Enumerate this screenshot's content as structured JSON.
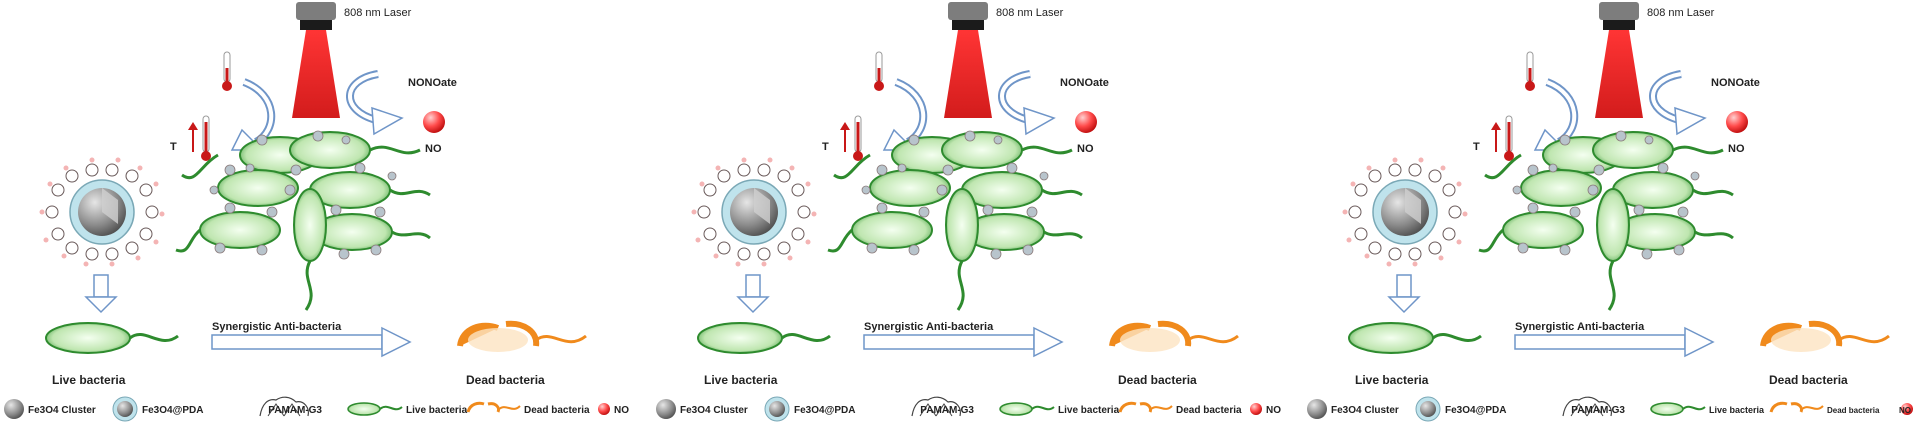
{
  "panels": [
    {
      "laser_label": "808 nm Laser",
      "nonoate_label": "NONOate",
      "t_label": "T",
      "no_label": "NO",
      "process_label": "Synergistic Anti-bacteria",
      "live_label": "Live bacteria",
      "dead_label": "Dead bacteria",
      "legend": [
        "Fe3O4 Cluster",
        "Fe3O4@PDA",
        "PAMAM-G3",
        "Live bacteria",
        "Dead bacteria",
        "NO"
      ]
    },
    {
      "laser_label": "808 nm Laser",
      "nonoate_label": "NONOate",
      "t_label": "T",
      "no_label": "NO",
      "process_label": "Synergistic Anti-bacteria",
      "live_label": "Live bacteria",
      "dead_label": "Dead bacteria",
      "legend": [
        "Fe3O4 Cluster",
        "Fe3O4@PDA",
        "PAMAM-G3",
        "Live bacteria",
        "Dead bacteria",
        "NO"
      ]
    },
    {
      "laser_label": "808 nm Laser",
      "nonoate_label": "NONOate",
      "t_label": "T",
      "no_label": "NO",
      "process_label": "Synergistic Anti-bacteria",
      "live_label": "Live bacteria",
      "dead_label": "Dead bacteria",
      "legend": [
        "Fe3O4 Cluster",
        "Fe3O4@PDA",
        "PAMAM-G3",
        "Live bacteria",
        "Dead bacteria",
        "NO"
      ]
    }
  ],
  "colors": {
    "laser_beam": "#e01818",
    "bacteria_green": "#2e8b2e",
    "bacteria_light": "#d9f2d0",
    "dead_orange": "#f08a1c",
    "arrow_blue": "#6f95c8",
    "no_red": "#e02020",
    "therm_red": "#c81818"
  }
}
